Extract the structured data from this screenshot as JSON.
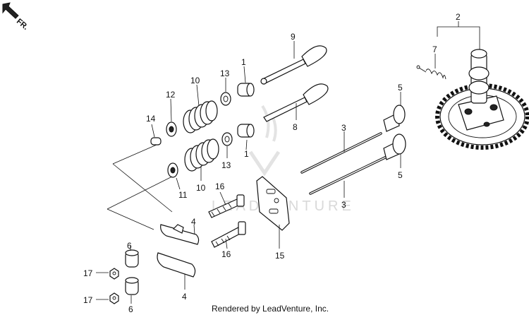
{
  "direction_label": "FR.",
  "footer_text": "Rendered by LeadVenture, Inc.",
  "watermark_text": "LEADVENTURE",
  "callouts": {
    "c1a": "1",
    "c1b": "1",
    "c2": "2",
    "c3a": "3",
    "c3b": "3",
    "c4a": "4",
    "c4b": "4",
    "c5a": "5",
    "c5b": "5",
    "c6a": "6",
    "c6b": "6",
    "c7": "7",
    "c8": "8",
    "c9": "9",
    "c10a": "10",
    "c10b": "10",
    "c11": "11",
    "c12": "12",
    "c13a": "13",
    "c13b": "13",
    "c14": "14",
    "c15": "15",
    "c16a": "16",
    "c16b": "16",
    "c17a": "17",
    "c17b": "17"
  }
}
